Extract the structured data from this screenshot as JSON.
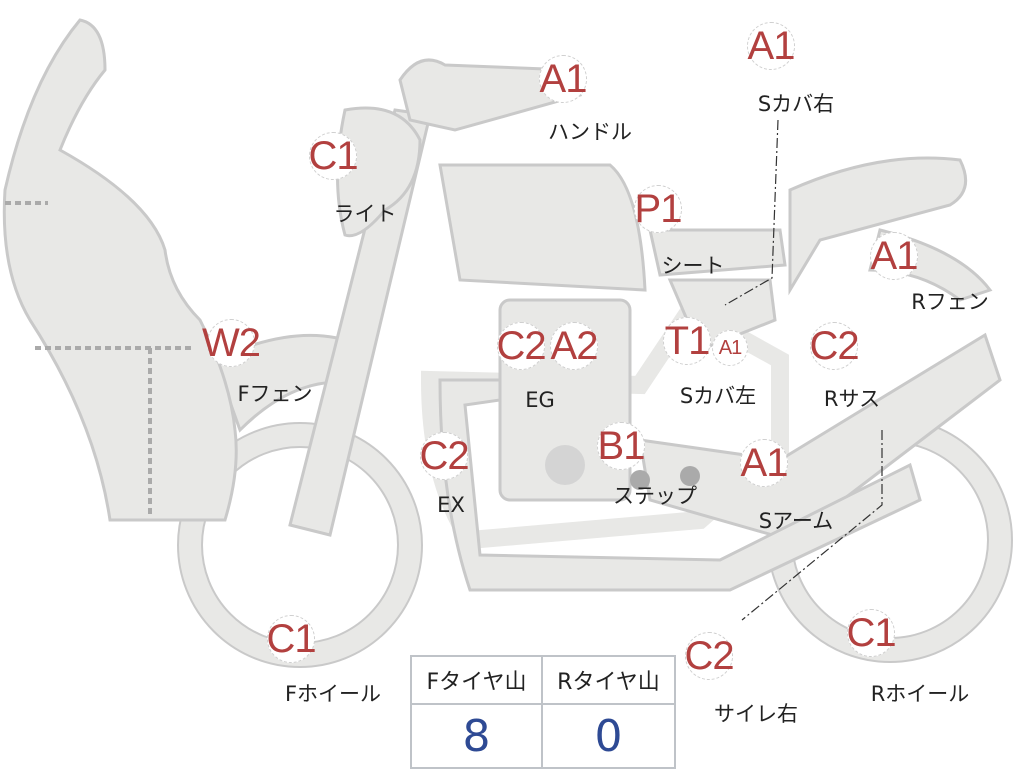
{
  "markers": [
    {
      "code": "A1",
      "label": "ハンドル"
    },
    {
      "code": "A1",
      "label": "Sカバ右"
    },
    {
      "code": "C1",
      "label": "ライト"
    },
    {
      "code": "P1",
      "label": "シート"
    },
    {
      "code": "A1",
      "label": "Rフェン"
    },
    {
      "code": "W2",
      "label": "Fフェン"
    },
    {
      "code": "C2",
      "code2": "A2",
      "label": "EG"
    },
    {
      "code": "T1",
      "code2": "A1",
      "label": "Sカバ左"
    },
    {
      "code": "C2",
      "label": "Rサス"
    },
    {
      "code": "C2",
      "label": "EX"
    },
    {
      "code": "B1",
      "label": "ステップ"
    },
    {
      "code": "A1",
      "label": "Sアーム"
    },
    {
      "code": "C1",
      "label": "Fホイール"
    },
    {
      "code": "C2",
      "label": "サイレ右"
    },
    {
      "code": "C1",
      "label": "Rホイール"
    }
  ],
  "tire_table": {
    "headers": [
      "Fタイヤ山",
      "Rタイヤ山"
    ],
    "values": [
      "8",
      "0"
    ]
  },
  "colors": {
    "part_fill": "#e8e8e6",
    "outline": "#c9c9c9",
    "code_text": "#b2403f",
    "value_text": "#2e4a94"
  }
}
